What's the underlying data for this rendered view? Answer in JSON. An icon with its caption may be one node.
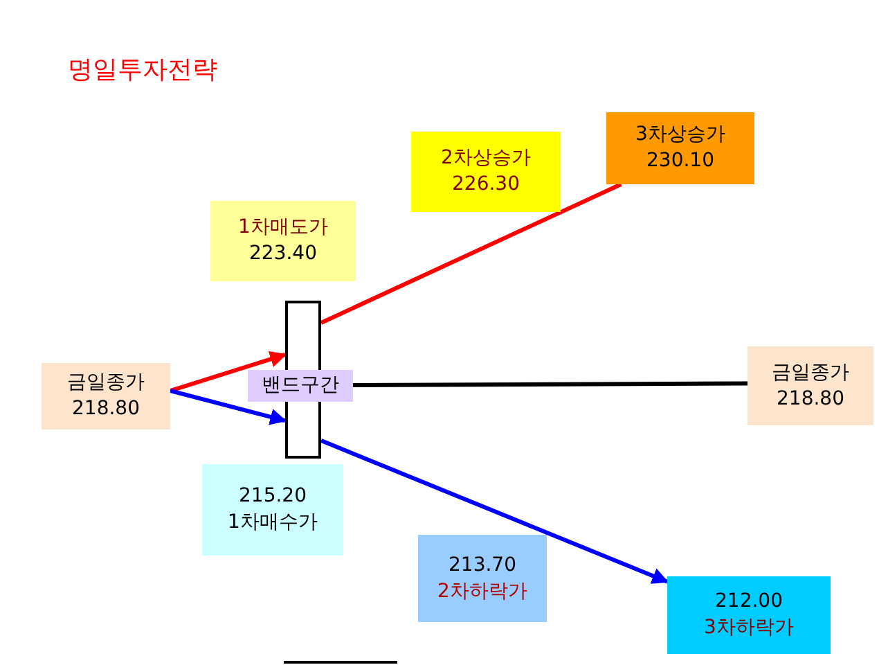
{
  "diagram": {
    "title": "명일투자전략",
    "nodes": [
      {
        "text": [
          "금일종가",
          "218.80"
        ]
      },
      {
        "text": [],
        "shape": "bar"
      },
      {
        "text": [
          "밴드구간"
        ]
      },
      {
        "text": [
          "1차매도가",
          "223.40"
        ]
      },
      {
        "text": [
          "2차상승가",
          "226.30"
        ]
      },
      {
        "text": [
          "3차상승가",
          "230.10"
        ]
      },
      {
        "text": [
          "금일종가",
          "218.80"
        ]
      },
      {
        "text": [
          "215.20",
          "1차매수가"
        ]
      },
      {
        "text": [
          "213.70",
          "2차하락가"
        ]
      },
      {
        "text": [
          "212.00",
          "3차하락가"
        ]
      }
    ],
    "edges": [
      {
        "from": 0,
        "to": 1,
        "arrow": "to",
        "color": "#ff0000"
      },
      {
        "from": 1,
        "to": 5,
        "arrow": "none",
        "color": "#ff0000"
      },
      {
        "from": 0,
        "to": 1,
        "arrow": "to",
        "color": "#0000ff"
      },
      {
        "from": 1,
        "to": 9,
        "arrow": "to",
        "color": "#0000ff"
      },
      {
        "from": 2,
        "to": 6,
        "arrow": "none",
        "color": "#000000"
      }
    ]
  }
}
